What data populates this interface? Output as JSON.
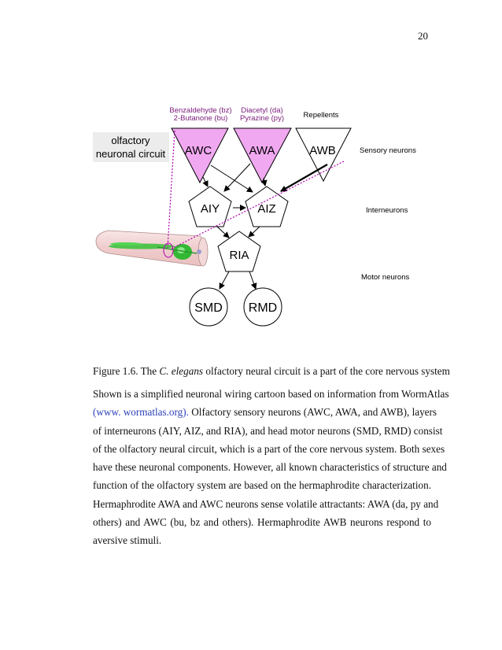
{
  "page_number": "20",
  "figure": {
    "box_label_line1": "olfactory",
    "box_label_line2": "neuronal circuit",
    "stimuli": {
      "awc_line1": "Benzaldehyde (bz)",
      "awc_line2": "2-Butanone (bu)",
      "awa_line1": "Diacetyl (da)",
      "awa_line2": "Pyrazine (py)",
      "awb_line1": "Repellents"
    },
    "neurons": {
      "awc": "AWC",
      "awa": "AWA",
      "awb": "AWB",
      "aiy": "AIY",
      "aiz": "AIZ",
      "ria": "RIA",
      "smd": "SMD",
      "rmd": "RMD"
    },
    "layer_labels": {
      "sensory": "Sensory neurons",
      "inter": "Interneurons",
      "motor": "Motor neurons"
    },
    "colors": {
      "sensory_fill": "#f0a8f0",
      "awb_fill": "#ffffff",
      "dotted_line": "#b000b0",
      "label_box": "#ececec",
      "worm_body": "#f5d9d9",
      "worm_green": "#3fc23f"
    }
  },
  "caption": {
    "prefix": "Figure 1.6. The ",
    "italic": "C. elegans",
    "suffix": " olfactory neural circuit is a part of the core nervous system"
  },
  "body": {
    "line1": "Shown is a simplified neuronal wiring cartoon based on information from WormAtlas",
    "line2_link": "(www. wormatlas.org).",
    "line2_rest": "  Olfactory sensory neurons (AWC, AWA, and AWB), layers",
    "line3": "of interneurons (AIY, AIZ, and RIA), and head motor neurons (SMD, RMD) consist",
    "line4": "of the olfactory neural circuit, which is a part of the core nervous system.  Both sexes",
    "line5": "have these neuronal components.  However, all known characteristics of structure and",
    "line6": "function of the olfactory system are based on the hermaphrodite characterization.",
    "line7": "Hermaphrodite AWA and AWC neurons sense volatile attractants: AWA (da, py and",
    "line8": "others) and AWC (bu, bz and others).  Hermaphrodite AWB neurons respond to",
    "line9": "aversive stimuli."
  }
}
